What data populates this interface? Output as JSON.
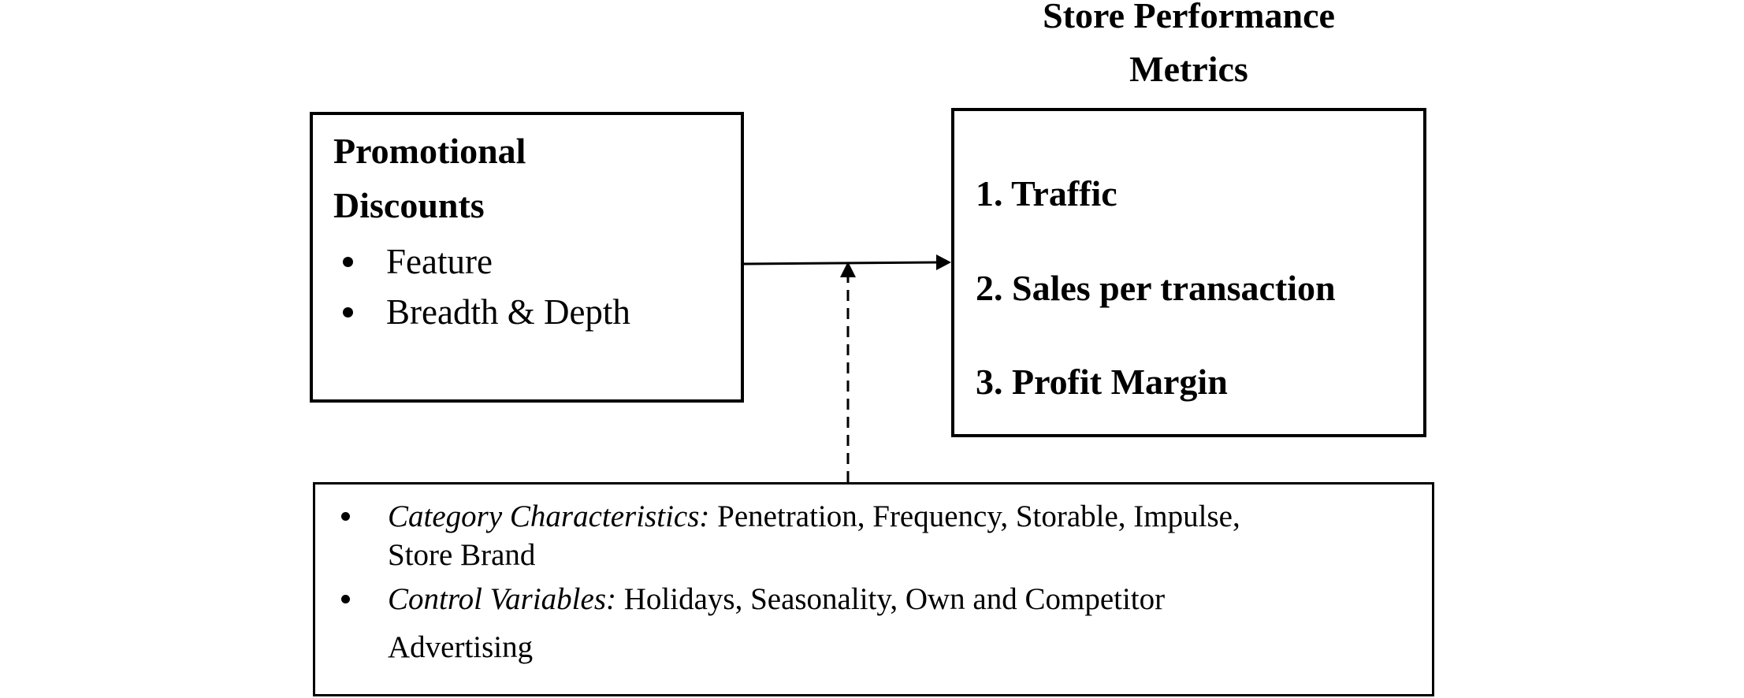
{
  "promotional_box": {
    "title_line1": "Promotional",
    "title_line2": "Discounts",
    "bullets": [
      "Feature",
      "Breadth & Depth"
    ]
  },
  "metrics_box": {
    "heading_line1": "Store Performance",
    "heading_line2": "Metrics",
    "items": [
      "1. Traffic",
      "2. Sales per transaction",
      "3. Profit Margin"
    ]
  },
  "moderators_box": {
    "category_label": "Category Characteristics:",
    "category_text_line1": " Penetration, Frequency, Storable, Impulse,",
    "category_text_line2": "Store Brand",
    "control_label": "Control Variables:",
    "control_text_line1": " Holidays, Seasonality, Own and Competitor",
    "control_text_line2": "Advertising"
  }
}
